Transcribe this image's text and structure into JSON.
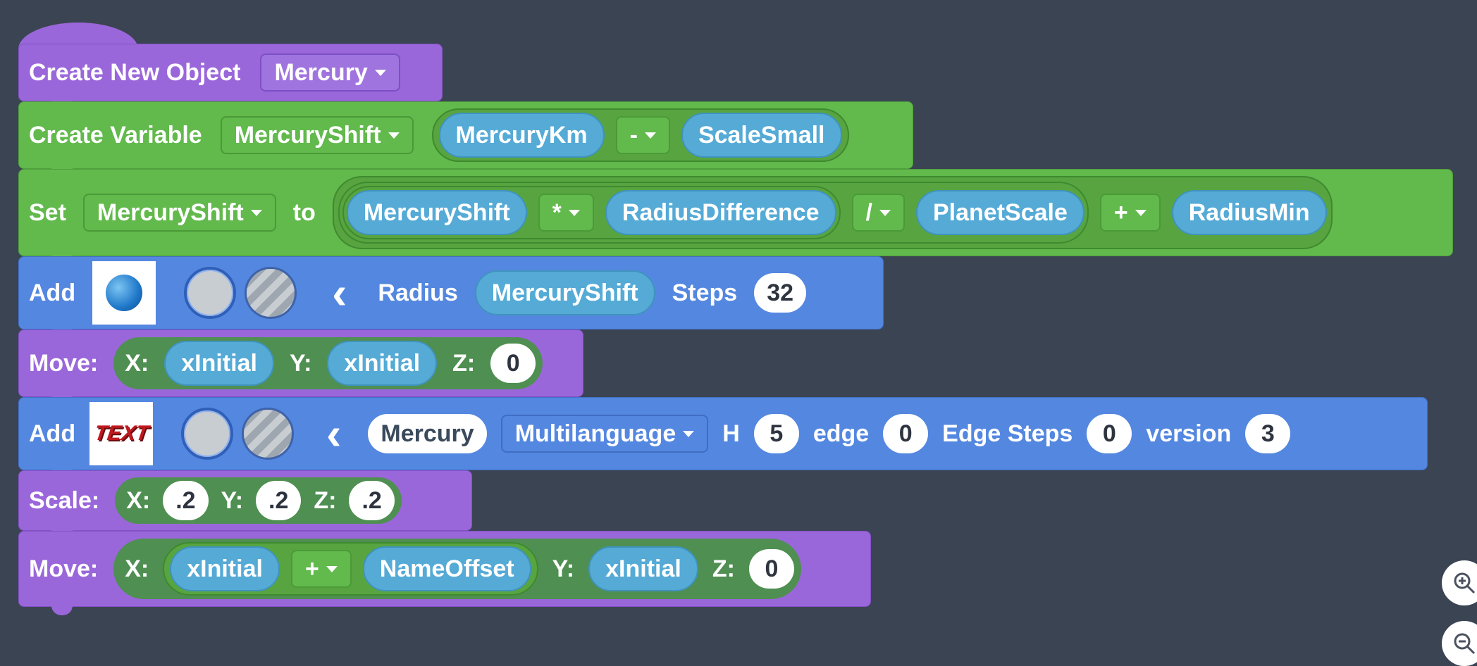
{
  "b1": {
    "label": "Create New Object",
    "object": "Mercury"
  },
  "b2": {
    "label": "Create Variable",
    "var": "MercuryShift",
    "left": "MercuryKm",
    "op": "-",
    "right": "ScaleSmall"
  },
  "b3": {
    "label": "Set",
    "var": "MercuryShift",
    "to": "to",
    "a": "MercuryShift",
    "op1": "*",
    "b": "RadiusDifference",
    "op2": "/",
    "c": "PlanetScale",
    "op3": "+",
    "d": "RadiusMin"
  },
  "b4": {
    "label": "Add",
    "radius_label": "Radius",
    "radius_var": "MercuryShift",
    "steps_label": "Steps",
    "steps": "32",
    "icon": "sphere"
  },
  "b5": {
    "label": "Move:",
    "xl": "X:",
    "x": "xInitial",
    "yl": "Y:",
    "y": "xInitial",
    "zl": "Z:",
    "z": "0"
  },
  "b6": {
    "label": "Add",
    "text": "Mercury",
    "font": "Multilanguage",
    "hl": "H",
    "h": "5",
    "el": "edge",
    "e": "0",
    "esl": "Edge Steps",
    "es": "0",
    "vl": "version",
    "v": "3",
    "icon": "3d-text"
  },
  "b7": {
    "label": "Scale:",
    "xl": "X:",
    "x": ".2",
    "yl": "Y:",
    "y": ".2",
    "zl": "Z:",
    "z": ".2"
  },
  "b8": {
    "label": "Move:",
    "xl": "X:",
    "x": "xInitial",
    "op": "+",
    "off": "NameOffset",
    "yl": "Y:",
    "y": "xInitial",
    "zl": "Z:",
    "z": "0"
  },
  "zoom": {
    "in": "zoom-in-icon",
    "out": "zoom-out-icon"
  }
}
